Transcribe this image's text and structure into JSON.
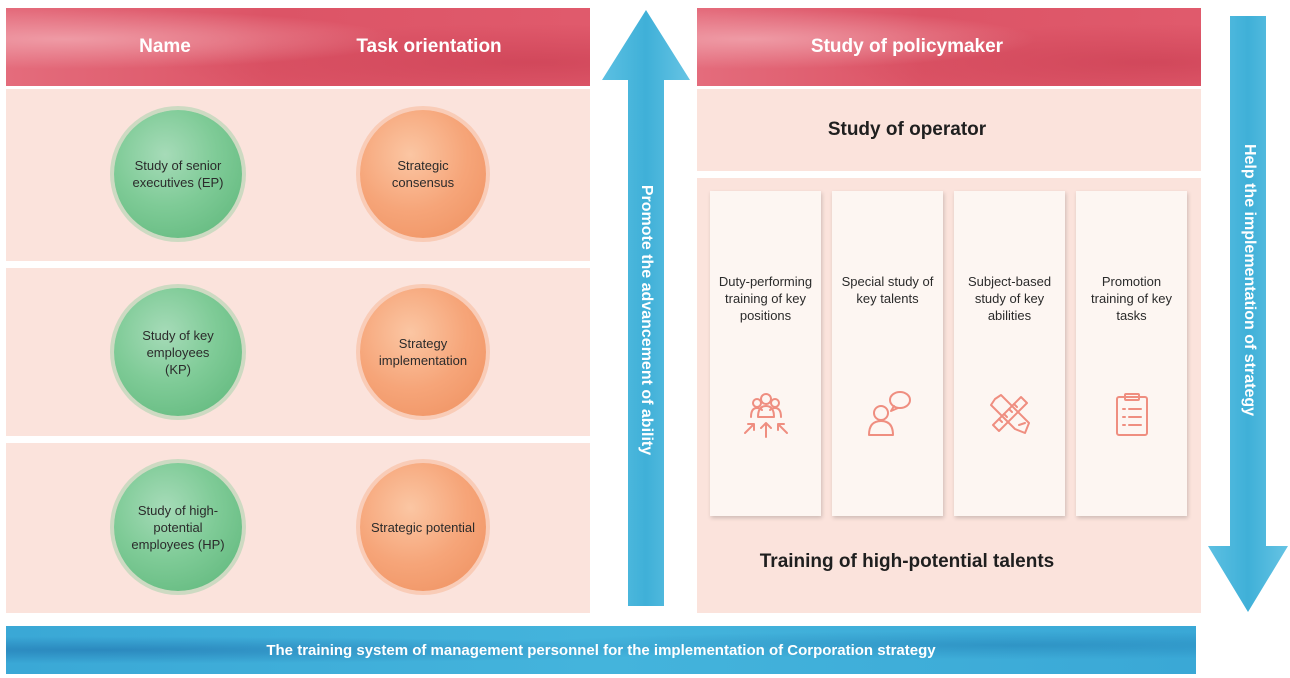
{
  "left_header": {
    "name_label": "Name",
    "task_label": "Task orientation"
  },
  "rows": [
    {
      "name": "Study of senior executives (EP)",
      "task": "Strategic consensus"
    },
    {
      "name": "Study of key employees (KP)",
      "task": "Strategy implementation"
    },
    {
      "name": "Study of high-potential employees (HP)",
      "task": "Strategic potential"
    }
  ],
  "middle_arrow": {
    "label": "Promote the advancement of ability"
  },
  "right_arrow": {
    "label": "Help the implementation of strategy"
  },
  "policymaker": {
    "label": "Study of policymaker"
  },
  "operator": {
    "label": "Study of operator"
  },
  "talents": {
    "title": "Training of high-potential talents",
    "cards": [
      {
        "label": "Duty-performing training of key positions",
        "icon": "team-arrows-icon"
      },
      {
        "label": "Special study of key talents",
        "icon": "person-speech-icon"
      },
      {
        "label": "Subject-based study of key abilities",
        "icon": "pencil-ruler-icon"
      },
      {
        "label": "Promotion training of key tasks",
        "icon": "clipboard-icon"
      }
    ]
  },
  "footer": {
    "label": "The training system of management personnel for the implementation of Corporation strategy"
  },
  "colors": {
    "header_red": "#dc5466",
    "panel_pink": "#fbe3dc",
    "arrow_blue": "#3fb0d8",
    "icon_salmon": "#ef8e80",
    "green_blob": "#7fcb97",
    "orange_blob": "#f6a579"
  }
}
